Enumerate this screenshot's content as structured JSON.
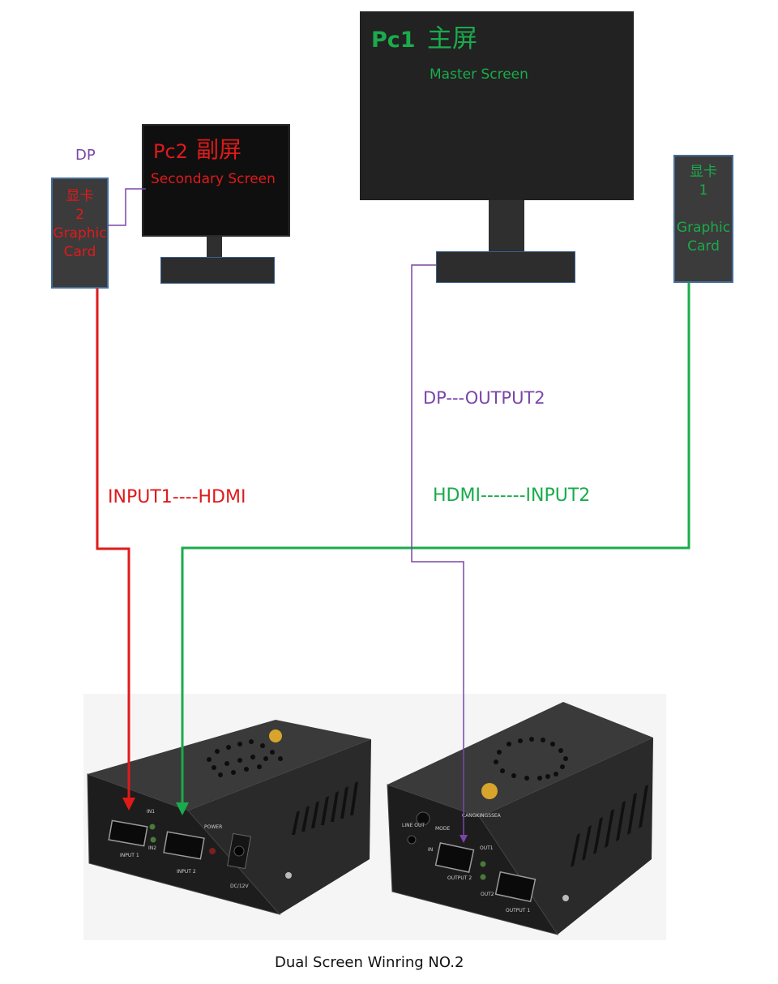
{
  "master_screen": {
    "pc_label": "Pc1",
    "cn_label": "主屏",
    "en_label": "Master Screen"
  },
  "secondary_screen": {
    "pc_label": "Pc2",
    "cn_label": "副屏",
    "en_label": "Secondary Screen"
  },
  "graphic_card_2": {
    "cn_label": "显卡",
    "number": "2",
    "line1": "Graphic",
    "line2": "Card",
    "port_label": "DP"
  },
  "graphic_card_1": {
    "cn_label": "显卡",
    "number": "1",
    "line1": "Graphic",
    "line2": "Card"
  },
  "connections": {
    "red": "INPUT1----HDMI",
    "green": "HDMI-------INPUT2",
    "purple": "DP---OUTPUT2"
  },
  "device_a_labels": {
    "in1": "IN1",
    "in2": "IN2",
    "power": "POWER",
    "input1": "INPUT 1",
    "input2": "INPUT 2",
    "dc": "DC/12V"
  },
  "device_b_labels": {
    "mode": "MODE",
    "out1": "OUT1",
    "out2": "OUT2",
    "output2": "OUTPUT 2",
    "output1": "OUTPUT 1",
    "in": "IN",
    "line_out": "LINE OUT",
    "brand": "CANGKINGSSEA"
  },
  "caption": "Dual Screen Winring NO.2",
  "colors": {
    "red": "#e01a1a",
    "green": "#1aab4b",
    "purple": "#7a46a8",
    "monitor": "#222222",
    "card": "#3b3b3b"
  }
}
